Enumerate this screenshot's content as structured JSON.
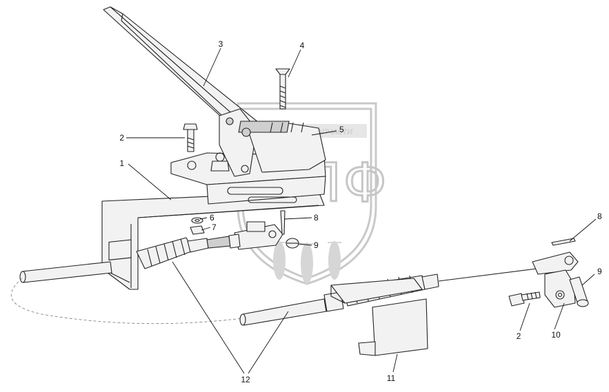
{
  "watermark": {
    "text": "ЗАПЧАСТИ",
    "letters": [
      "Э",
      "П",
      "Ф"
    ]
  },
  "callouts": [
    {
      "id": "c1",
      "label": "1"
    },
    {
      "id": "c2a",
      "label": "2"
    },
    {
      "id": "c3",
      "label": "3"
    },
    {
      "id": "c4",
      "label": "4"
    },
    {
      "id": "c5",
      "label": "5"
    },
    {
      "id": "c6",
      "label": "6"
    },
    {
      "id": "c7",
      "label": "7"
    },
    {
      "id": "c8a",
      "label": "8"
    },
    {
      "id": "c9a",
      "label": "9"
    },
    {
      "id": "c8b",
      "label": "8"
    },
    {
      "id": "c9b",
      "label": "9"
    },
    {
      "id": "c2b",
      "label": "2"
    },
    {
      "id": "c10",
      "label": "10"
    },
    {
      "id": "c11",
      "label": "11"
    },
    {
      "id": "c12",
      "label": "12"
    }
  ]
}
